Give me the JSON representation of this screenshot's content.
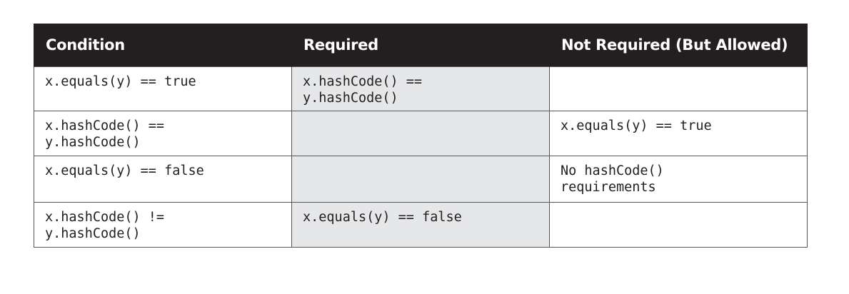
{
  "table": {
    "headers": [
      "Condition",
      "Required",
      "Not Required (But Allowed)"
    ],
    "rows": [
      [
        "x.equals(y) == true",
        "x.hashCode() ==\ny.hashCode()",
        ""
      ],
      [
        "x.hashCode() ==\ny.hashCode()",
        "",
        "x.equals(y) == true"
      ],
      [
        "x.equals(y) == false",
        "",
        "No hashCode()\nrequirements"
      ],
      [
        "x.hashCode() !=\ny.hashCode()",
        "x.equals(y) == false",
        ""
      ]
    ]
  },
  "colors": {
    "header_bg": "#231f20",
    "header_text": "#ffffff",
    "required_column_bg": "#e6e7e8",
    "border": "#555555"
  }
}
